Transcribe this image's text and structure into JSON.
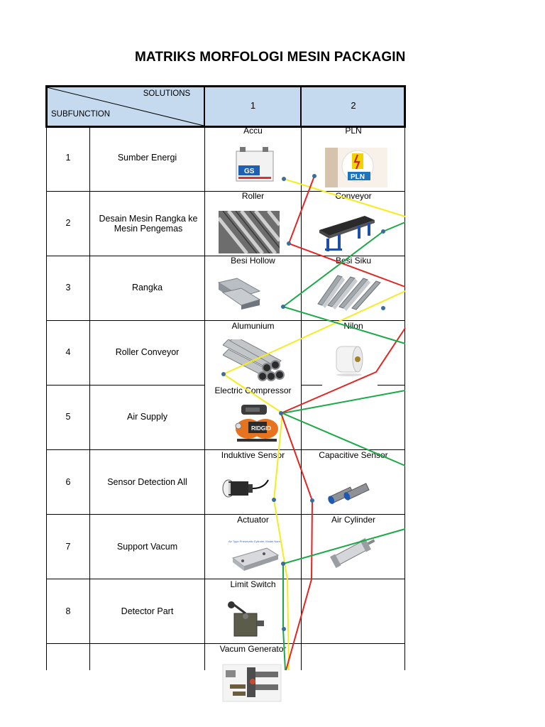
{
  "title": "MATRIKS MORFOLOGI MESIN PACKAGIN",
  "header": {
    "solutions_label": "SOLUTIONS",
    "subfunction_label": "SUBFUNCTION",
    "col1": "1",
    "col2": "2"
  },
  "rows": [
    {
      "no": "1",
      "subfunction": "Sumber Energi",
      "opt1": "Accu",
      "opt2": "PLN"
    },
    {
      "no": "2",
      "subfunction": "Desain Mesin Rangka ke Mesin Pengemas",
      "opt1": "Roller",
      "opt2": "Conveyor"
    },
    {
      "no": "3",
      "subfunction": "Rangka",
      "opt1": "Besi Hollow",
      "opt2": "Besi Siku"
    },
    {
      "no": "4",
      "subfunction": "Roller Conveyor",
      "opt1": "Alumunium",
      "opt2": "Nilon"
    },
    {
      "no": "5",
      "subfunction": "Air Supply",
      "opt1": "Electric Compressor",
      "opt2": ""
    },
    {
      "no": "6",
      "subfunction": "Sensor Detection All",
      "opt1": "Induktive Sensor",
      "opt2": "Capacitive Sensor"
    },
    {
      "no": "7",
      "subfunction": "Support Vacum",
      "opt1": "Actuator",
      "opt2": "Air Cylinder"
    },
    {
      "no": "8",
      "subfunction": "Detector Part",
      "opt1": "Limit Switch",
      "opt2": ""
    },
    {
      "no": "",
      "subfunction": "",
      "opt1": "Vacum Generator",
      "opt2": ""
    }
  ],
  "pln_logo_text": "PLN",
  "battery_logo_text": "GS",
  "compressor_logo_text": "RIDGID",
  "actuator_caption": "Air Type Pneumatic Cylinder, Model Name",
  "colors": {
    "header_bg": "#c5d9ef",
    "path_yellow": "#f5ec1e",
    "path_red": "#e52421",
    "path_green": "#1aaa48",
    "node_blue": "#3b6e9e"
  }
}
